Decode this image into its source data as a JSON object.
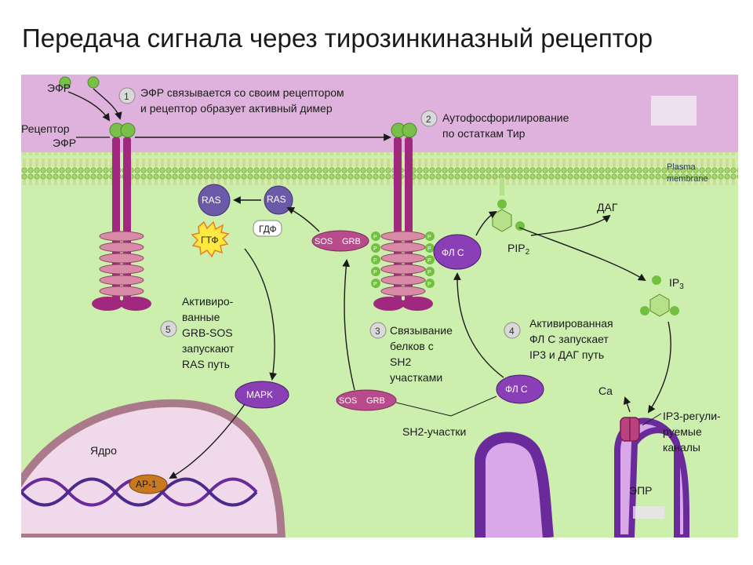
{
  "slide": {
    "title": "Передача сигнала через тирозинкиназный рецептор"
  },
  "diagram": {
    "labels": {
      "efr": "ЭФР",
      "receptor_line1": "Рецептор",
      "receptor_line2": "ЭФР",
      "plasma_line1": "Plasma",
      "plasma_line2": "membrane",
      "nucleus": "Ядро",
      "epr": "ЭПР",
      "ca": "Ca",
      "sh2_sites": "SH2-участки"
    },
    "steps": [
      {
        "number": "1",
        "lines": [
          "ЭФР связывается со своим рецептором",
          "и рецептор образует активный димер"
        ]
      },
      {
        "number": "2",
        "lines": [
          "Аутофосфорилирование",
          "по остаткам Тир"
        ]
      },
      {
        "number": "3",
        "lines": [
          "Связывание",
          "белков с",
          "SH2",
          "участками"
        ]
      },
      {
        "number": "4",
        "lines": [
          "Активированная",
          "ФЛ С запускает",
          "IP3 и ДАГ путь"
        ]
      },
      {
        "number": "5",
        "lines": [
          "Активиро-",
          "ванные",
          "GRB-SOS",
          "запускают",
          "RAS путь"
        ]
      }
    ],
    "molecules": {
      "ras_active": "RAS",
      "ras_inactive": "RAS",
      "gtf": "ГТФ",
      "gdf": "ГДФ",
      "sos_top": "SOS",
      "grb_top": "GRB",
      "sos_bottom": "SOS",
      "grb_bottom": "GRB",
      "plc_top": "ФЛ С",
      "plc_bottom": "ФЛ С",
      "mapk": "MAPK",
      "ap1": "AP-1",
      "pip2_main": "PIP",
      "pip2_sub": "2",
      "dag": "ДАГ",
      "ip3_main": "IP",
      "ip3_sub": "3",
      "phospho": "P"
    },
    "channels_lines": [
      "IP3-регули-",
      "руемые",
      "каналы"
    ],
    "colors": {
      "cytoplasm": "#ccefae",
      "extracellular": "#dfb2dd",
      "membrane_head": "#a9d46a",
      "receptor": "#a0287f",
      "ras": "#6b5aa8",
      "enzyme": "#8a3fb6",
      "ap1": "#c9781f",
      "phospho": "#72c13e",
      "nucleus_ring": "#aa7a8b",
      "er": "#6b2a9b",
      "gtf_burst": "#ffe840"
    }
  }
}
